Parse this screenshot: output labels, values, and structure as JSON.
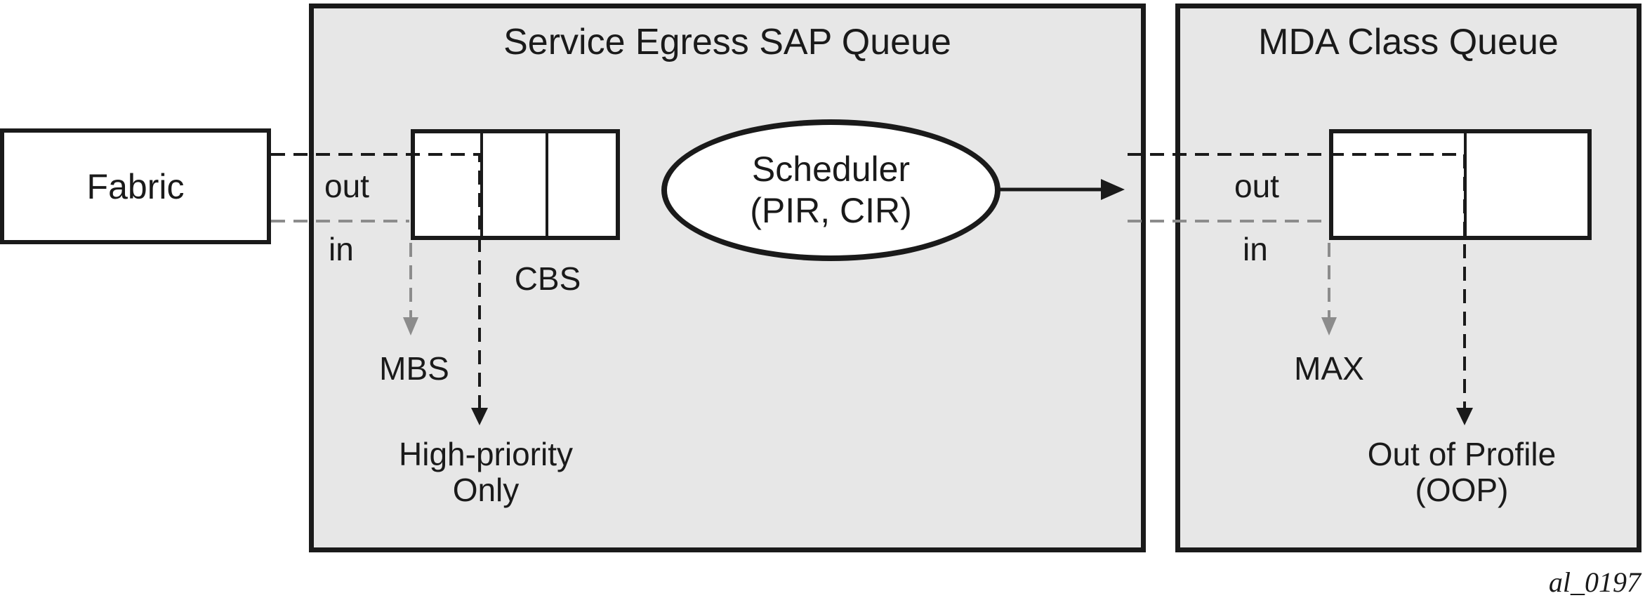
{
  "diagram": {
    "sap_box": {
      "title": "Service Egress SAP Queue"
    },
    "mda_box": {
      "title": "MDA Class Queue"
    },
    "fabric": {
      "label": "Fabric"
    },
    "left_queue": {
      "out_label": "out",
      "in_label": "in",
      "cbs_label": "CBS",
      "mbs_label": "MBS",
      "high_priority_line1": "High-priority",
      "high_priority_line2": "Only"
    },
    "scheduler": {
      "line1": "Scheduler",
      "line2": "(PIR, CIR)"
    },
    "right_queue": {
      "out_label": "out",
      "in_label": "in",
      "max_label": "MAX",
      "oop_line1": "Out of Profile",
      "oop_line2": "(OOP)"
    },
    "caption": "al_0197",
    "colors": {
      "panel_fill": "#e7e7e7",
      "line_black": "#1a1a1a",
      "line_gray": "#8c8c8c",
      "background": "#ffffff"
    }
  }
}
